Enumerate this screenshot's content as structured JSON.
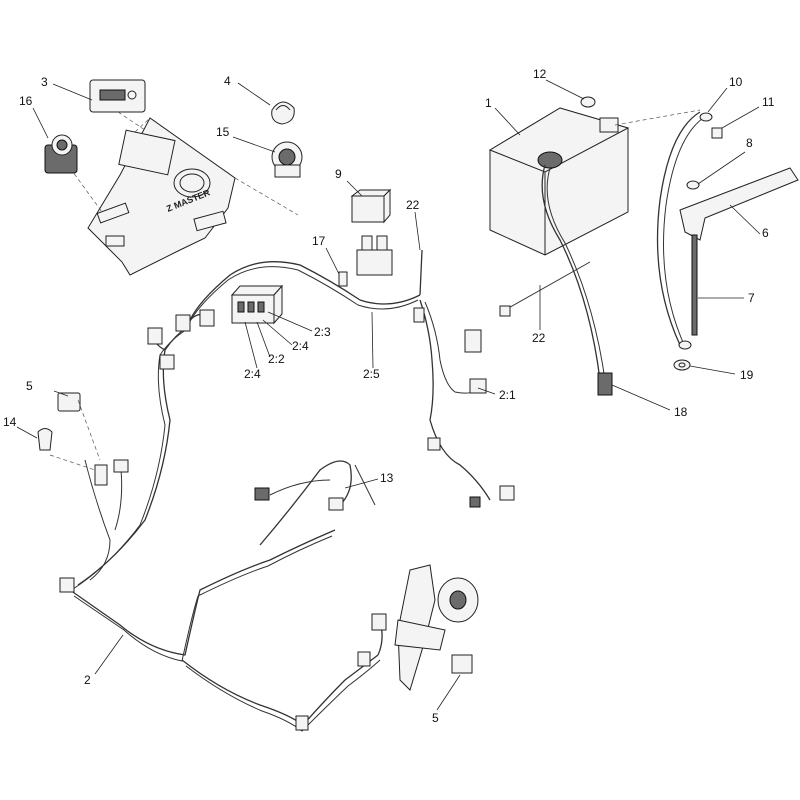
{
  "callouts": {
    "c1": "1",
    "c2": "2",
    "c2_1": "2:1",
    "c2_2": "2:2",
    "c2_3": "2:3",
    "c2_4a": "2:4",
    "c2_4b": "2:4",
    "c2_5": "2:5",
    "c3": "3",
    "c4": "4",
    "c5a": "5",
    "c5b": "5",
    "c6": "6",
    "c7": "7",
    "c8": "8",
    "c9": "9",
    "c10": "10",
    "c11": "11",
    "c12": "12",
    "c13": "13",
    "c14": "14",
    "c15": "15",
    "c16": "16",
    "c17": "17",
    "c18": "18",
    "c19": "19",
    "c22a": "22",
    "c22b": "22"
  },
  "panel_decal": "Z MASTER"
}
